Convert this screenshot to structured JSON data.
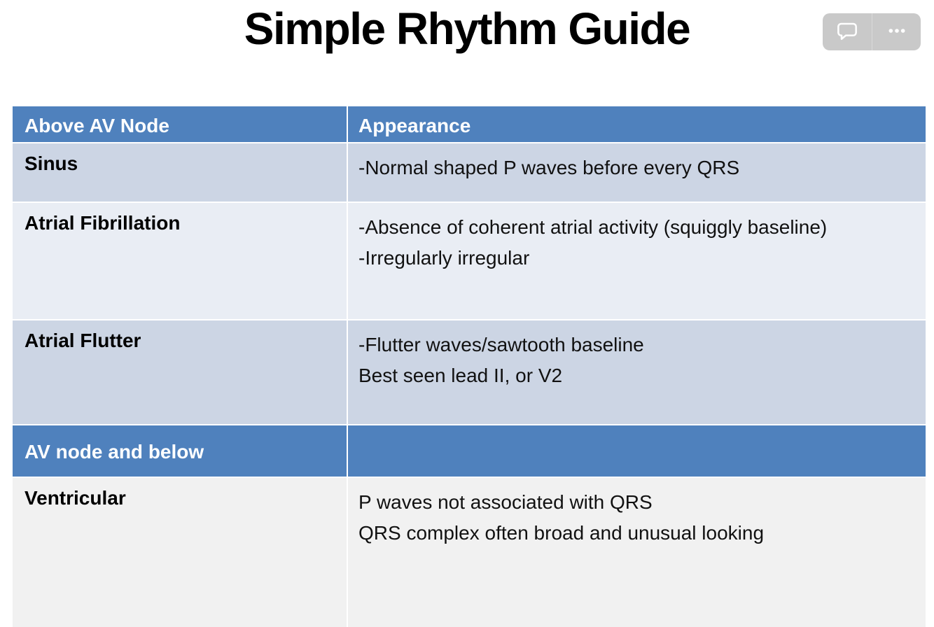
{
  "title": "Simple Rhythm Guide",
  "toolbar": {
    "icons": [
      "comment-icon",
      "ellipsis-icon"
    ]
  },
  "colors": {
    "header_blue": "#4f81bd",
    "row_medium_blue": "#ccd5e4",
    "row_light_blue": "#e9edf4",
    "row_light_gray": "#f1f1f1",
    "toolbar_gray": "#c9c9c9"
  },
  "table": {
    "section1_header": {
      "col1": "Above AV Node",
      "col2": "Appearance"
    },
    "rows": [
      {
        "name": "Sinus",
        "lines": [
          "-Normal shaped P waves before every QRS"
        ]
      },
      {
        "name": "Atrial Fibrillation",
        "lines": [
          "-Absence of coherent atrial activity (squiggly baseline)",
          "-Irregularly irregular"
        ]
      },
      {
        "name": "Atrial Flutter",
        "lines": [
          "-Flutter waves/sawtooth baseline",
          "Best seen lead II, or V2"
        ]
      }
    ],
    "section2_header": {
      "col1": "AV node and below",
      "col2": ""
    },
    "rows2": [
      {
        "name": "Ventricular",
        "lines": [
          "P waves not associated with QRS",
          "QRS complex often broad and unusual looking"
        ]
      }
    ]
  }
}
